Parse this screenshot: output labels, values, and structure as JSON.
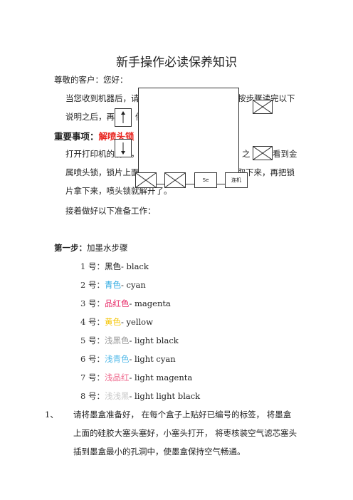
{
  "title": "新手操作必读保养知识",
  "greeting": "尊敬的客户：您好：",
  "p1": {
    "l1a": "当您收到机器后，请",
    "l1b": "按步骤读完以下",
    "l2a": "说明之后，再",
    "l2b": "件"
  },
  "important": {
    "label": "重要事项：",
    "highlight": "解喷头锁"
  },
  "p2": {
    "l1a": "打开打印机的前盖，",
    "l1b": "之",
    "l1c": "看到金",
    "l2": "属喷头锁，锁片上面有两颗蓝色的锁螺丝，将其取下来，再把锁",
    "l3": "片拿下来，喷头锁就解开了。"
  },
  "prep": "接着做好以下准备工作：",
  "step1": {
    "label": "第一步：",
    "text": "加墨水步骤"
  },
  "inks": [
    {
      "num": "1 号：",
      "name": "黑色",
      "en": "- black",
      "color": "#222222"
    },
    {
      "num": "2 号：",
      "name": "青色",
      "en": "- cyan",
      "color": "#29a8e0"
    },
    {
      "num": "3 号：",
      "name": "品红色",
      "en": "- magenta",
      "color": "#e8326d"
    },
    {
      "num": "4 号：",
      "name": "黄色",
      "en": "- yellow",
      "color": "#f5c400"
    },
    {
      "num": "5 号：",
      "name": "浅黑色",
      "en": "- light black",
      "color": "#9a9a9a"
    },
    {
      "num": "6 号：",
      "name": "浅青色",
      "en": "- light cyan",
      "color": "#4fb8e8"
    },
    {
      "num": "7 号：",
      "name": "浅品红",
      "en": "- light magenta",
      "color": "#ef6a8e"
    },
    {
      "num": "8 号：",
      "name": "浅浅黑",
      "en": "- light light black",
      "color": "#c8c8c8"
    }
  ],
  "item1": {
    "num": "1、",
    "l1": "请将墨盒准备好，  在每个盒子上贴好已编号的标签，  将墨盒",
    "l2": "上面的硅胶大塞头塞好，小塞头打开，  将枣核装空气滤芯塞头",
    "l3": "插到墨盒最小的孔洞中，使墨盒保持空气畅通。"
  },
  "overlay": {
    "se_label": "Se",
    "lianji_label": "连机"
  }
}
